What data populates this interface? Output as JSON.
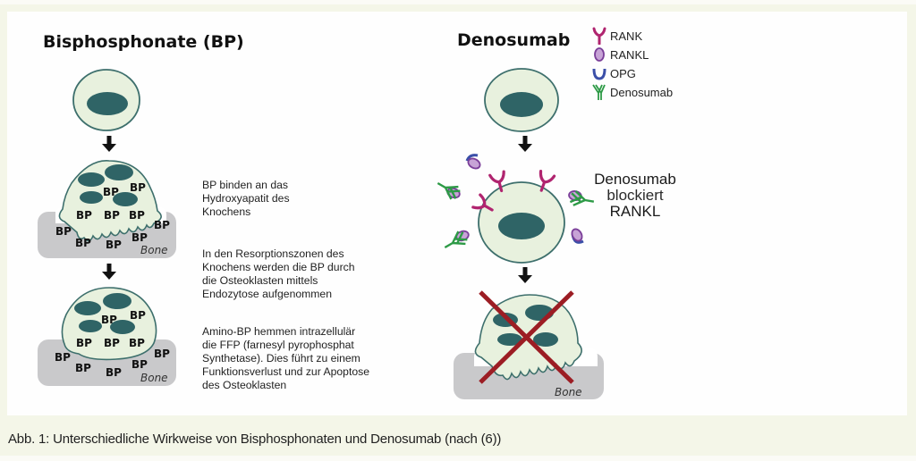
{
  "figure": {
    "caption": "Abb. 1: Unterschiedliche Wirkweise von Bisphosphonaten und Denosumab (nach (6))",
    "colors": {
      "cell_fill": "#e8f1de",
      "cell_stroke": "#3d6f6c",
      "nucleus": "#2f6466",
      "bone": "#c9c9cb",
      "rank": "#b0246f",
      "rankl": "#a77bbd",
      "opg": "#3b4fa8",
      "denosumab": "#2d9a46",
      "cross": "#9c1d24",
      "background": "#f4f6e8"
    }
  },
  "left_panel": {
    "title": "Bisphosphonate (BP)",
    "bp_label": "BP",
    "bone_label": "Bone",
    "descriptions": [
      "BP binden an das\nHydroxyapatit des\nKnochens",
      "In den Resorptionszonen des\nKnochens werden die BP durch\ndie Osteoklasten mittels\nEndozytose aufgenommen",
      "Amino-BP hemmen intrazellulär\ndie FFP (farnesyl pyrophosphat\nSynthetase). Dies führt zu einem\nFunktionsverlust und zur Apoptose\ndes Osteoklasten"
    ]
  },
  "right_panel": {
    "title": "Denosumab",
    "legend": [
      {
        "label": "RANK",
        "icon": "rank-receptor-icon"
      },
      {
        "label": "RANKL",
        "icon": "rankl-ligand-icon"
      },
      {
        "label": "OPG",
        "icon": "opg-icon"
      },
      {
        "label": "Denosumab",
        "icon": "antibody-icon"
      }
    ],
    "annotation": {
      "line1": "Denosumab",
      "line2": "blockiert",
      "line3": "RANKL"
    },
    "bone_label": "Bone"
  }
}
